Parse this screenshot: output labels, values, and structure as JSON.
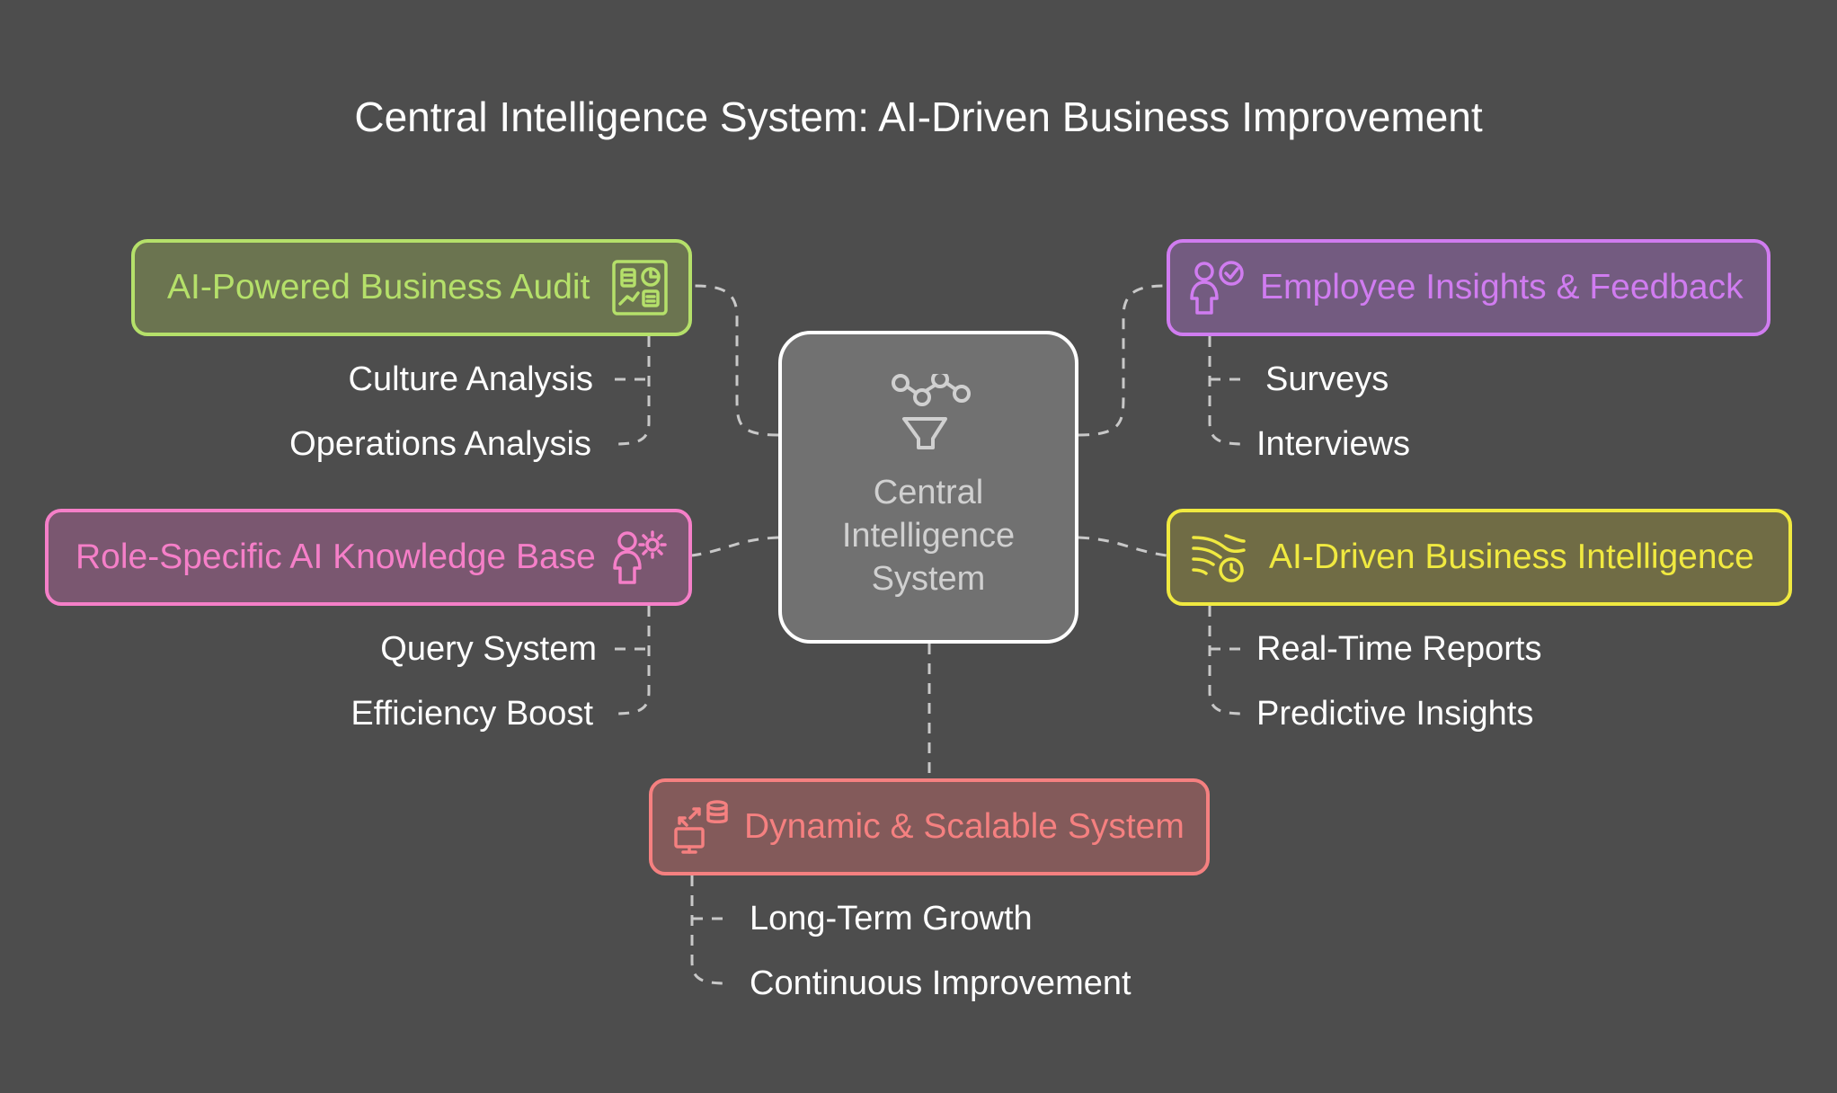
{
  "title": "Central Intelligence System: AI-Driven Business Improvement",
  "center": {
    "label": "Central\nIntelligence\nSystem",
    "icon": "funnel-network-icon"
  },
  "branches": {
    "audit": {
      "label": "AI-Powered Business Audit",
      "icon": "dashboard-report-icon",
      "color": "#b5e06a",
      "fill": "#6b7450",
      "items": [
        "Culture Analysis",
        "Operations Analysis"
      ]
    },
    "knowledge": {
      "label": "Role-Specific AI Knowledge Base",
      "icon": "person-gear-icon",
      "color": "#f57fc8",
      "fill": "#7a5770",
      "items": [
        "Query System",
        "Efficiency Boost"
      ]
    },
    "employee": {
      "label": "Employee Insights & Feedback",
      "icon": "person-check-icon",
      "color": "#d07cf0",
      "fill": "#735b80",
      "items": [
        "Surveys",
        "Interviews"
      ]
    },
    "bi": {
      "label": "AI-Driven Business Intelligence",
      "icon": "wind-clock-icon",
      "color": "#f0e940",
      "fill": "#706c45",
      "items": [
        "Real-Time Reports",
        "Predictive Insights"
      ]
    },
    "scalable": {
      "label": "Dynamic & Scalable System",
      "icon": "computer-database-icon",
      "color": "#f58080",
      "fill": "#835a5a",
      "items": [
        "Long-Term Growth",
        "Continuous Improvement"
      ]
    }
  }
}
